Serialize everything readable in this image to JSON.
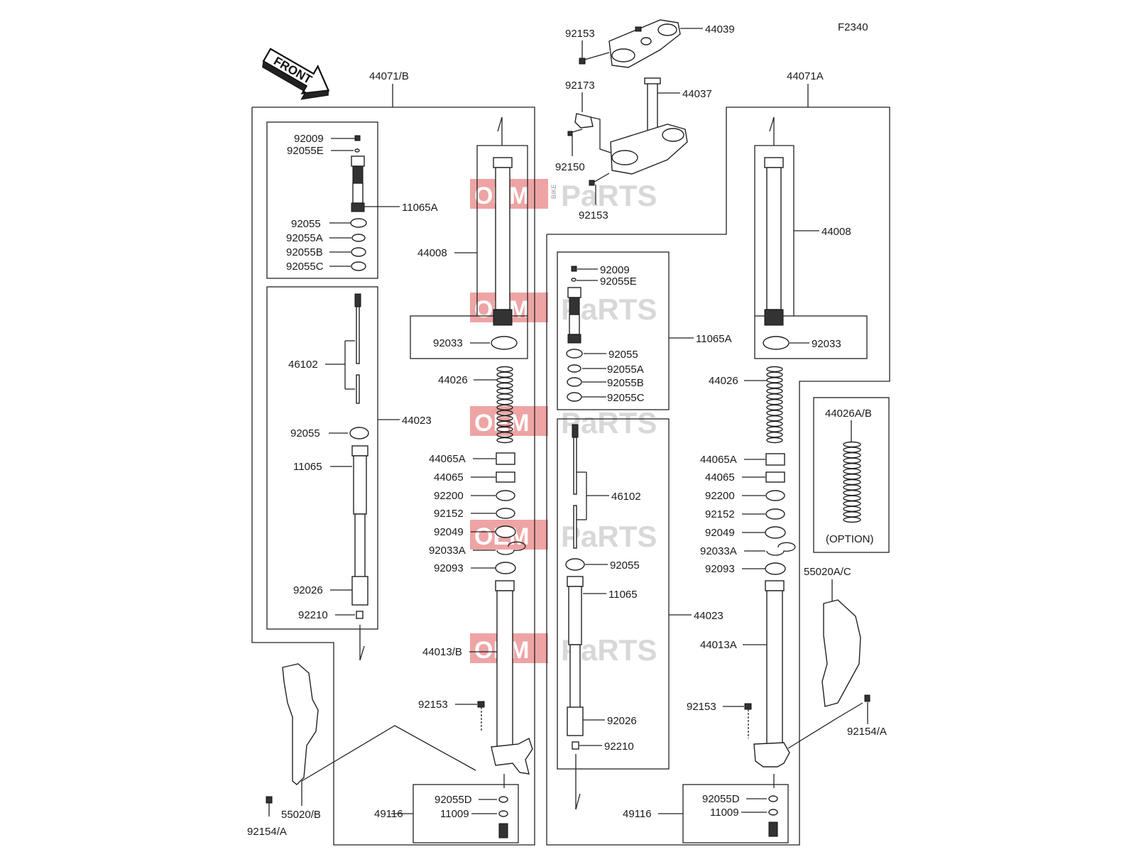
{
  "diagram": {
    "figure_code": "F2340",
    "front_arrow": "FRONT",
    "option_label": "(OPTION)",
    "watermark": {
      "oem": "OEM",
      "bike": "BIKE",
      "parts": "PaRTS"
    },
    "labels": {
      "l_44071B": "44071/B",
      "l_44071A": "44071A",
      "l_92153_a": "92153",
      "l_44039": "44039",
      "l_92173": "92173",
      "l_44037": "44037",
      "l_92150": "92150",
      "l_92153_b": "92153",
      "L_92009": "92009",
      "L_92055E": "92055E",
      "L_11065A": "11065A",
      "L_92055": "92055",
      "L_92055A": "92055A",
      "L_92055B": "92055B",
      "L_92055C": "92055C",
      "L_46102": "46102",
      "L_44023": "44023",
      "L_92055b": "92055",
      "L_11065": "11065",
      "L_92026": "92026",
      "L_92210": "92210",
      "L_44008": "44008",
      "L_92033": "92033",
      "L_44026": "44026",
      "L_44065A": "44065A",
      "L_44065": "44065",
      "L_92200": "92200",
      "L_92152": "92152",
      "L_92049": "92049",
      "L_92033A": "92033A",
      "L_92093": "92093",
      "L_44013B": "44013/B",
      "L_92153": "92153",
      "L_55020B": "55020/B",
      "L_92154A": "92154/A",
      "L_92055D": "92055D",
      "L_11009": "11009",
      "L_49116": "49116",
      "R_92009": "92009",
      "R_92055E": "92055E",
      "R_11065A": "11065A",
      "R_92055": "92055",
      "R_92055A": "92055A",
      "R_92055B": "92055B",
      "R_92055C": "92055C",
      "R_46102": "46102",
      "R_92055b": "92055",
      "R_11065": "11065",
      "R_44023": "44023",
      "R_92026": "92026",
      "R_92210": "92210",
      "R_44008": "44008",
      "R_92033": "92033",
      "R_44026": "44026",
      "R_44065A": "44065A",
      "R_44065": "44065",
      "R_92200": "92200",
      "R_92152": "92152",
      "R_92049": "92049",
      "R_92033A": "92033A",
      "R_92093": "92093",
      "R_44013A": "44013A",
      "R_92153": "92153",
      "R_55020AC": "55020A/C",
      "R_92154A": "92154/A",
      "R_92055D": "92055D",
      "R_11009": "11009",
      "R_49116": "49116",
      "R_44026AB": "44026A/B"
    }
  }
}
